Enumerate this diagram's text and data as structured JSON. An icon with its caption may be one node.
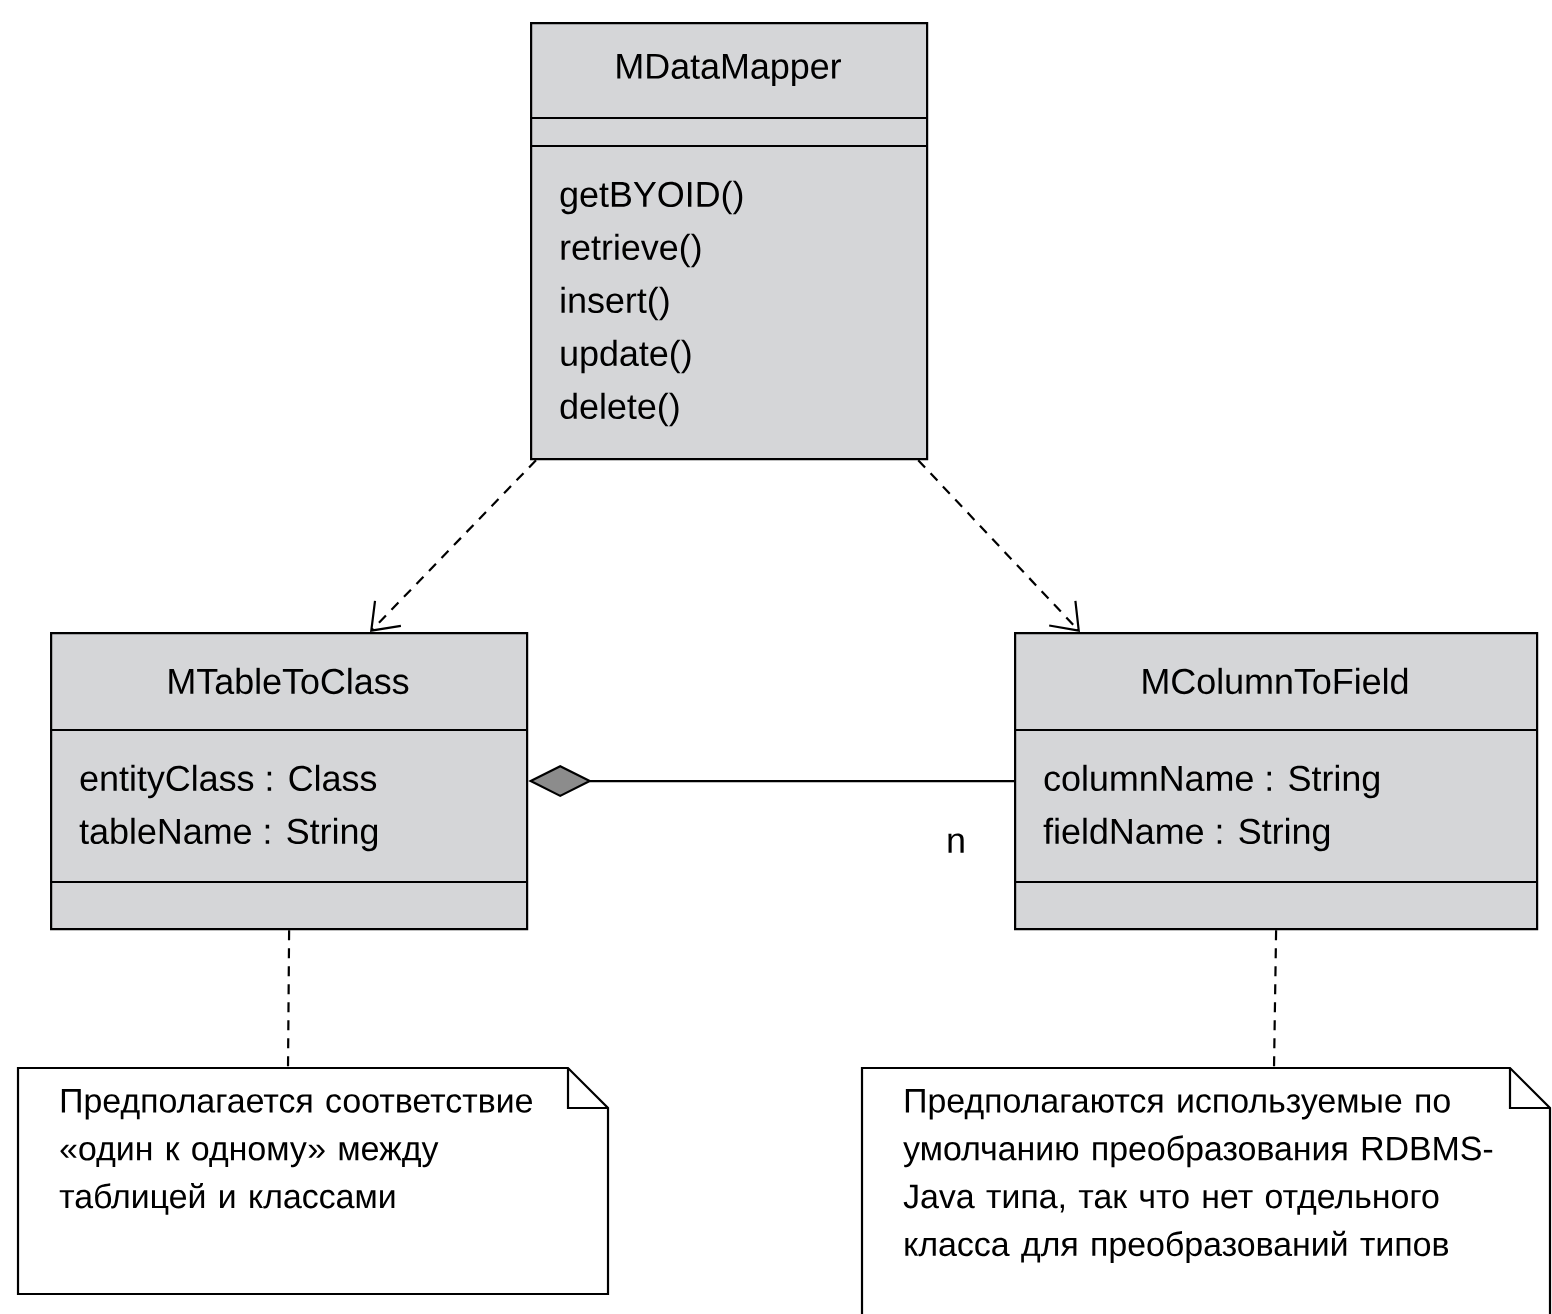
{
  "diagram": {
    "nodes": [
      {
        "text": [
          "MDataMapper",
          "getBYOID()",
          "retrieve()",
          "insert()",
          "update()",
          "delete()"
        ]
      },
      {
        "text": [
          "MTableToClass",
          "entityClass : Class",
          "tableName : String"
        ]
      },
      {
        "text": [
          "MColumnToField",
          "columnName : String",
          "fieldName : String"
        ]
      },
      {
        "text": [
          "Предполагается соответствие «один к одному» между таблицей и классами"
        ]
      },
      {
        "text": [
          "Предполагаются используемые по умолчанию преобразования RDBMS-Java типа, так что нет отдельного класса для преобразований типов"
        ]
      }
    ],
    "edges": [
      {
        "from": 0,
        "to": 1,
        "arrow": "to",
        "style": "dashed"
      },
      {
        "from": 0,
        "to": 2,
        "arrow": "to",
        "style": "dashed"
      },
      {
        "from": 1,
        "to": 2,
        "arrow": "other",
        "label": "n"
      },
      {
        "from": 1,
        "to": 3,
        "arrow": "none",
        "style": "dashed"
      },
      {
        "from": 2,
        "to": 4,
        "arrow": "none",
        "style": "dashed"
      }
    ]
  }
}
